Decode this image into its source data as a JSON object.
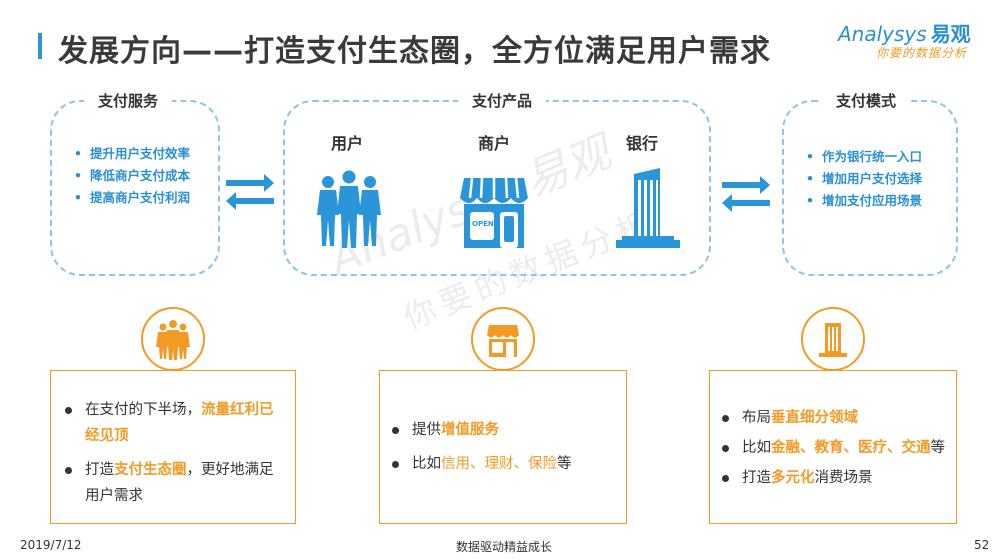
{
  "header": {
    "title": "发展方向——打造支付生态圈，全方位满足用户需求",
    "logo_main": "Analysys",
    "logo_cn": "易观",
    "logo_tagline": "你要的数据分析"
  },
  "watermark": {
    "main": "Analysys 易观",
    "sub": "你要的数据分析"
  },
  "left_box": {
    "label": "支付服务",
    "items": [
      "提升用户支付效率",
      "降低商户支付成本",
      "提高商户支付利润"
    ]
  },
  "center_box": {
    "label": "支付产品",
    "columns": [
      "用户",
      "商户",
      "银行"
    ],
    "shop_sign": "OPEN"
  },
  "right_box": {
    "label": "支付模式",
    "items": [
      "作为银行统一入口",
      "增加用户支付选择",
      "增加支付应用场景"
    ]
  },
  "bottom": {
    "left": {
      "b1_pre": "在支付的下半场，",
      "b1_hl": "流量红利已经见顶",
      "b2_pre": "打造",
      "b2_hl": "支付生态圈",
      "b2_post": "，更好地满足用户需求"
    },
    "middle": {
      "b1_pre": "提供",
      "b1_hl": "增值服务",
      "b2_pre": "比如",
      "b2_hl1": "信用",
      "b2_sep1": "、",
      "b2_hl2": "理财",
      "b2_sep2": "、",
      "b2_hl3": "保险",
      "b2_post": "等"
    },
    "right": {
      "b1_pre": "布局",
      "b1_hl": "垂直细分领域",
      "b2_pre": "比如",
      "b2_hl1": "金融",
      "b2_sep1": "、",
      "b2_hl2": "教育",
      "b2_sep2": "、",
      "b2_hl3": "医疗",
      "b2_sep3": "、",
      "b2_hl4": "交通",
      "b2_post": "等",
      "b3_pre": "打造",
      "b3_hl": "多元化",
      "b3_post": "消费场景"
    }
  },
  "footer": {
    "date": "2019/7/12",
    "center": "数据驱动精益成长",
    "page": "52"
  },
  "colors": {
    "blue": "#2a95d8",
    "orange": "#f39a25",
    "dash": "#8cc4ea"
  }
}
